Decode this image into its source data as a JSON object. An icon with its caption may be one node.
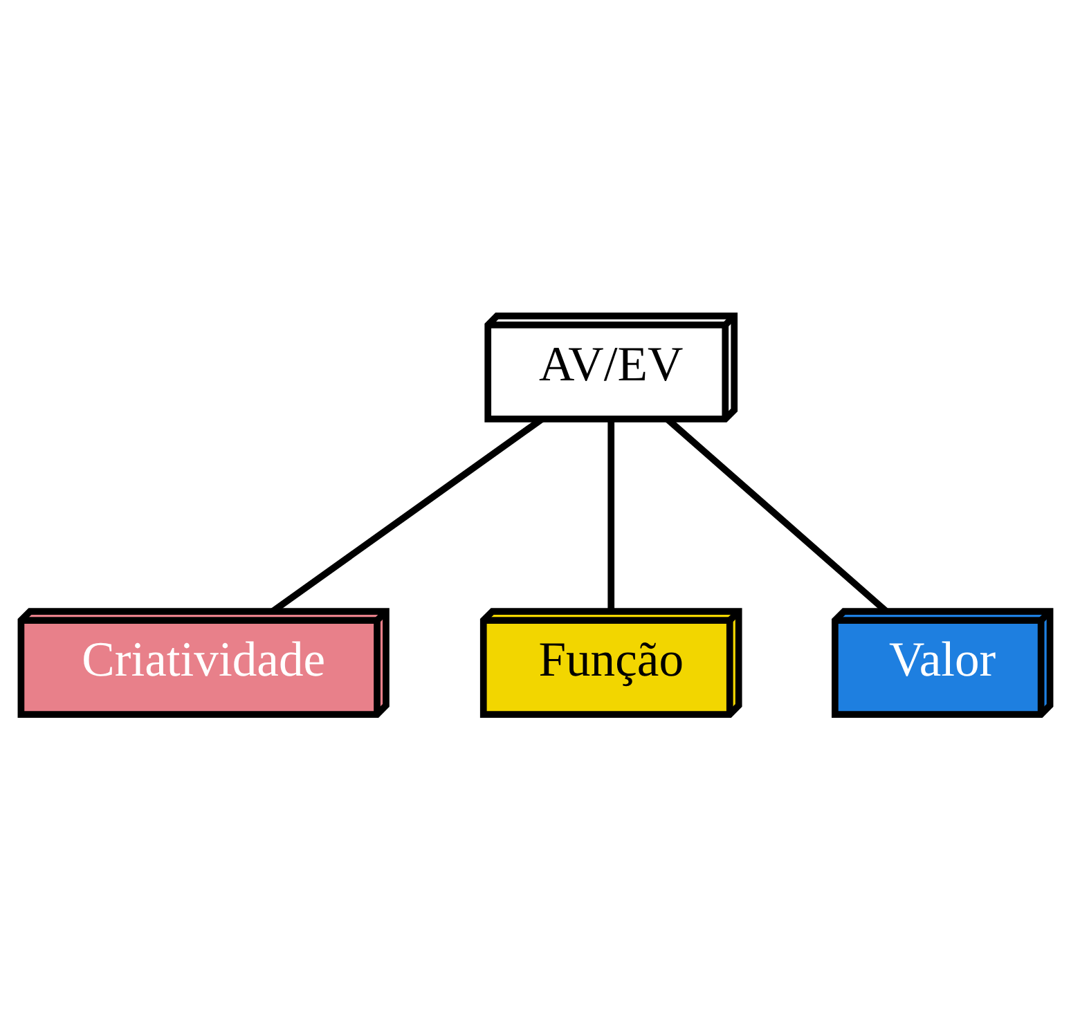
{
  "diagram": {
    "nodes": [
      {
        "text": [
          "AV/EV"
        ]
      },
      {
        "text": [
          "Criatividade"
        ]
      },
      {
        "text": [
          "Função"
        ]
      },
      {
        "text": [
          "Valor"
        ]
      }
    ],
    "edges": [
      {
        "from": 0,
        "to": 3,
        "arrow": "none"
      },
      {
        "from": 0,
        "to": 1,
        "arrow": "none"
      },
      {
        "from": 0,
        "to": 2,
        "arrow": "none"
      }
    ]
  }
}
